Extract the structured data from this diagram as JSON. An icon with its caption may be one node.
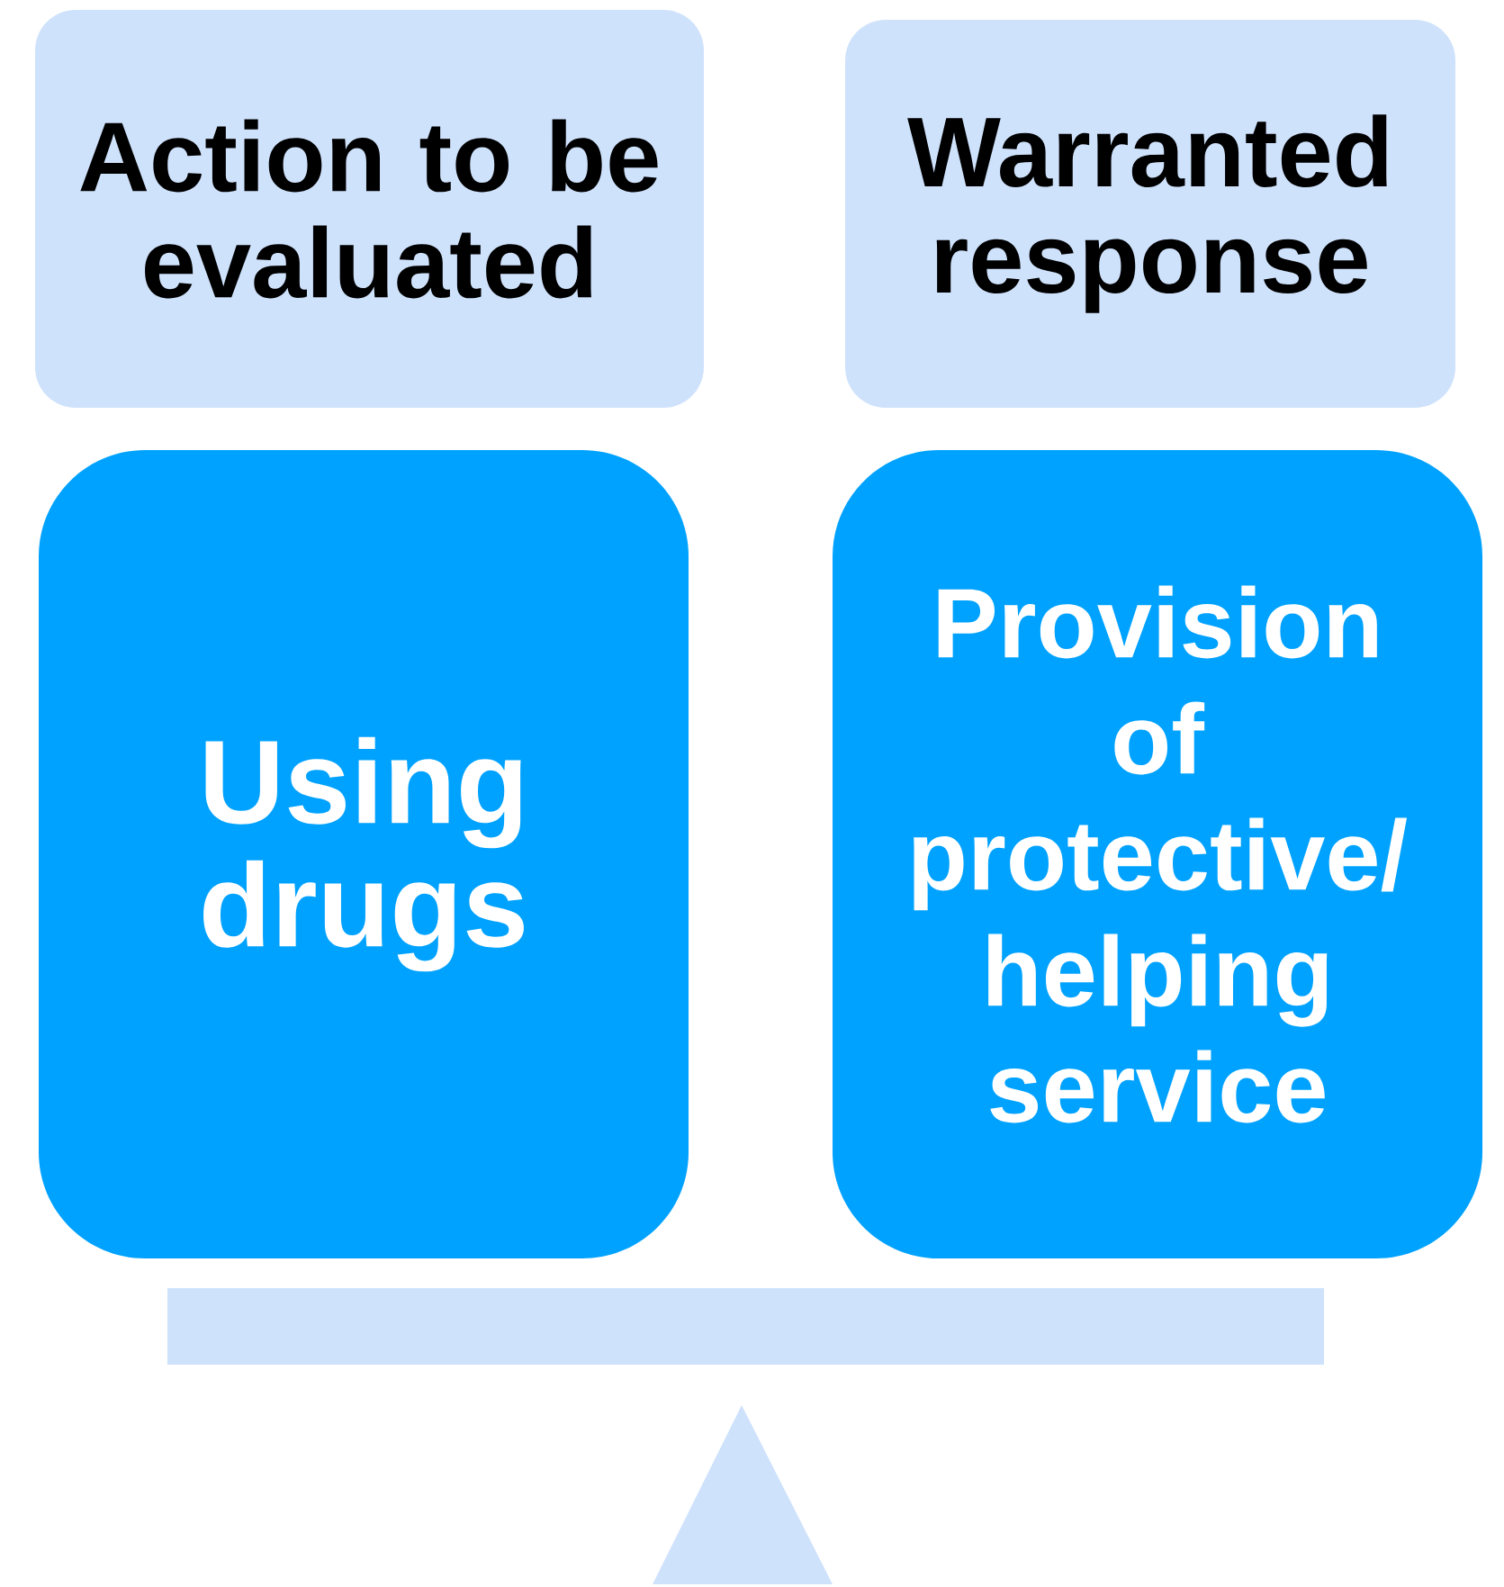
{
  "diagram": {
    "nodes": [
      {
        "text": [
          "Action to be evaluated"
        ]
      },
      {
        "text": [
          "Warranted response"
        ]
      },
      {
        "text": [
          "Using drugs"
        ]
      },
      {
        "text": [
          "Provision of protective/ helping service"
        ]
      }
    ]
  }
}
